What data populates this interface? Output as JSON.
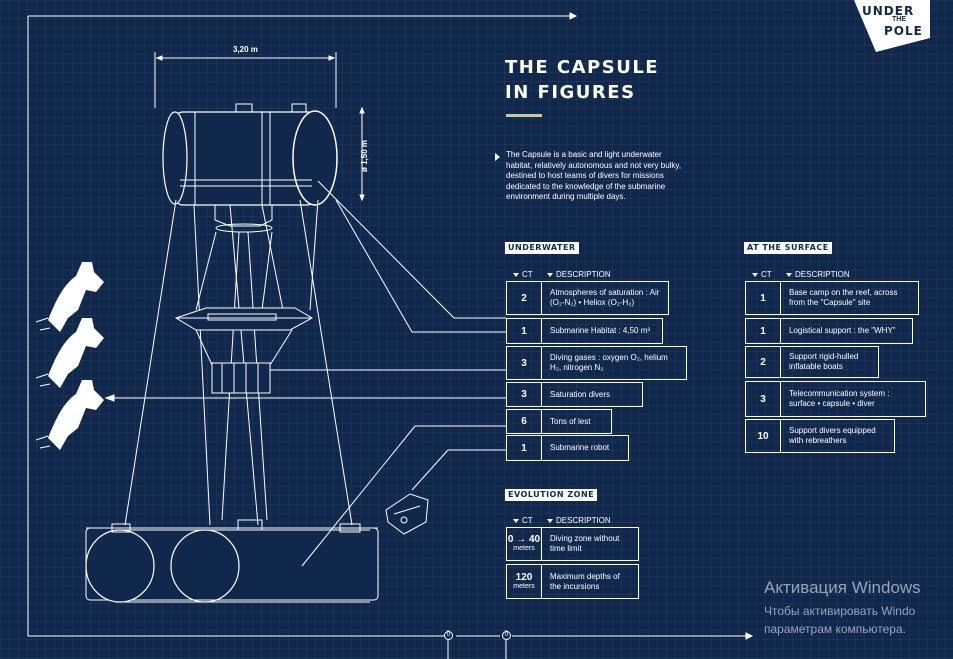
{
  "logo": {
    "line1": "UNDER",
    "line2": "THE",
    "line3": "POLE",
    "icon": "under-the-pole-logo"
  },
  "title_line1": "THE CAPSULE",
  "title_line2": "IN FIGURES",
  "intro": "The Capsule is a basic and light underwater habitat, relatively autonomous and not very bulky, destined to host teams of divers for missions dedicated to the knowledge of the submarine environment during multiple days.",
  "dimensions": {
    "width": "3,20 m",
    "diameter": "ø 1,50 m"
  },
  "headers": {
    "ct": "CT",
    "description": "DESCRIPTION"
  },
  "underwater": {
    "label": "UNDERWATER",
    "rows": [
      {
        "ct": "2",
        "desc": "Atmospheres of saturation : Air (O₂-N₂) • Heliox (O₂-H₂)"
      },
      {
        "ct": "1",
        "desc": "Submarine Habitat : 4,50 m³"
      },
      {
        "ct": "3",
        "desc": "Diving gases : oxygen O₂, helium H₂, nitrogen N₂"
      },
      {
        "ct": "3",
        "desc": "Saturation divers"
      },
      {
        "ct": "6",
        "desc": "Tons of lest"
      },
      {
        "ct": "1",
        "desc": "Submarine robot"
      }
    ]
  },
  "surface": {
    "label": "AT THE SURFACE",
    "rows": [
      {
        "ct": "1",
        "desc": "Base camp on the reef, across from the \"Capsule\" site"
      },
      {
        "ct": "1",
        "desc": "Logistical support : the \"WHY\""
      },
      {
        "ct": "2",
        "desc": "Support rigid-hulled inflatable boats"
      },
      {
        "ct": "3",
        "desc": "Telecommunication system : surface • capsule • diver"
      },
      {
        "ct": "10",
        "desc": "Support divers equipped with rebreathers"
      }
    ]
  },
  "evolution": {
    "label": "EVOLUTION ZONE",
    "rows": [
      {
        "ct": "0 → 40",
        "unit": "meters",
        "desc": "Diving zone without time limit"
      },
      {
        "ct": "120",
        "unit": "meters",
        "desc": "Maximum depths of the incursions"
      }
    ]
  },
  "bottom_marks": [
    "0",
    "0"
  ],
  "watermark": {
    "title": "Активация Windows",
    "line1": "Чтобы активировать Windo",
    "line2": "параметрам компьютера."
  },
  "colors": {
    "background": "#11284d",
    "line": "#ffffff",
    "accent": "#c8c99a"
  }
}
